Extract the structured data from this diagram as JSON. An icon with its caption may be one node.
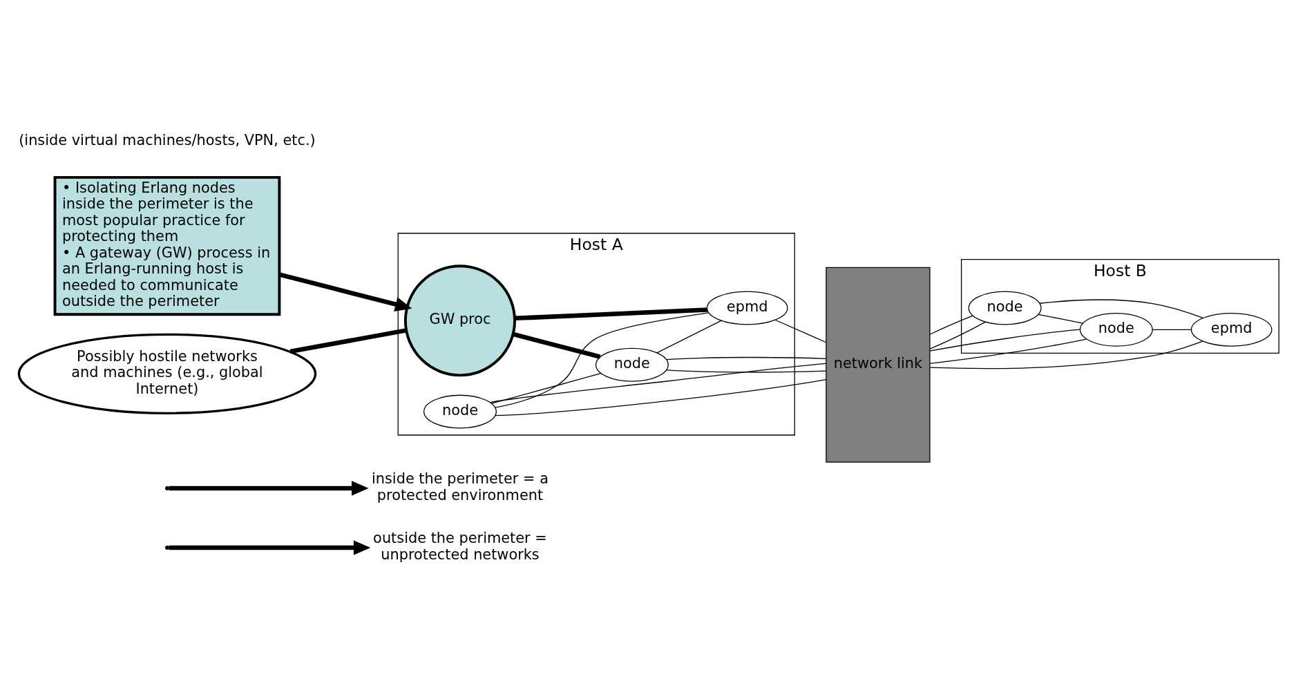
{
  "diagram": {
    "nodes": [
      {
        "text": [
          "outside the perimeter = unprotected networks"
        ]
      },
      {
        "text": [
          "inside the perimeter = a protected environment"
        ]
      },
      {
        "text": [
          "Host A"
        ]
      },
      {
        "text": [
          "network link"
        ]
      },
      {
        "text": [
          "Host B"
        ]
      },
      {
        "text": [
          "node"
        ],
        "in": 2
      },
      {
        "text": [
          "node"
        ],
        "in": 2
      },
      {
        "text": [
          "epmd"
        ],
        "in": 2
      },
      {
        "text": [
          "GW proc"
        ],
        "in": 2
      },
      {
        "text": [
          "node"
        ],
        "in": 4
      },
      {
        "text": [
          "node"
        ],
        "in": 4
      },
      {
        "text": [
          "epmd"
        ],
        "in": 4
      },
      {
        "text": [
          "• Isolating Erlang nodes inside the perimeter is the most popular practice for protecting them",
          "• A gateway (GW) process in an Erlang-running host is needed to communicate outside the perimeter"
        ]
      },
      {
        "text": [
          "Possibly hostile networks and machines (e.g., global Internet)"
        ]
      }
    ],
    "edges": [
      {
        "from": null,
        "to": 0,
        "arrow": "to",
        "style": "thick"
      },
      {
        "from": null,
        "to": 1,
        "arrow": "to",
        "style": "thick"
      },
      {
        "from": 5,
        "to": 3,
        "arrow": "none"
      },
      {
        "from": 5,
        "to": 3,
        "arrow": "none"
      },
      {
        "from": 5,
        "to": 6,
        "arrow": "none"
      },
      {
        "from": 6,
        "to": 3,
        "arrow": "none"
      },
      {
        "from": 6,
        "to": 3,
        "arrow": "none"
      },
      {
        "from": 5,
        "to": 7,
        "arrow": "none"
      },
      {
        "from": 6,
        "to": 7,
        "arrow": "none"
      },
      {
        "from": 7,
        "to": 3,
        "arrow": "none"
      },
      {
        "from": 8,
        "to": 6,
        "arrow": "none",
        "style": "thick"
      },
      {
        "from": 8,
        "to": 7,
        "arrow": "none",
        "style": "thick"
      },
      {
        "from": 13,
        "to": 8,
        "arrow": "none",
        "style": "thick"
      },
      {
        "from": 12,
        "to": 8,
        "arrow": "to",
        "style": "thick"
      },
      {
        "from": 3,
        "to": 9,
        "arrow": "none"
      },
      {
        "from": 3,
        "to": 9,
        "arrow": "none"
      },
      {
        "from": 9,
        "to": 10,
        "arrow": "none"
      },
      {
        "from": 3,
        "to": 10,
        "arrow": "none"
      },
      {
        "from": 3,
        "to": 10,
        "arrow": "none"
      },
      {
        "from": 3,
        "to": 11,
        "arrow": "none"
      },
      {
        "from": 10,
        "to": 11,
        "arrow": "none"
      },
      {
        "from": 9,
        "to": 11,
        "arrow": "none"
      }
    ],
    "labels": [
      "(inside virtual machines/hosts, VPN, etc.)"
    ]
  }
}
